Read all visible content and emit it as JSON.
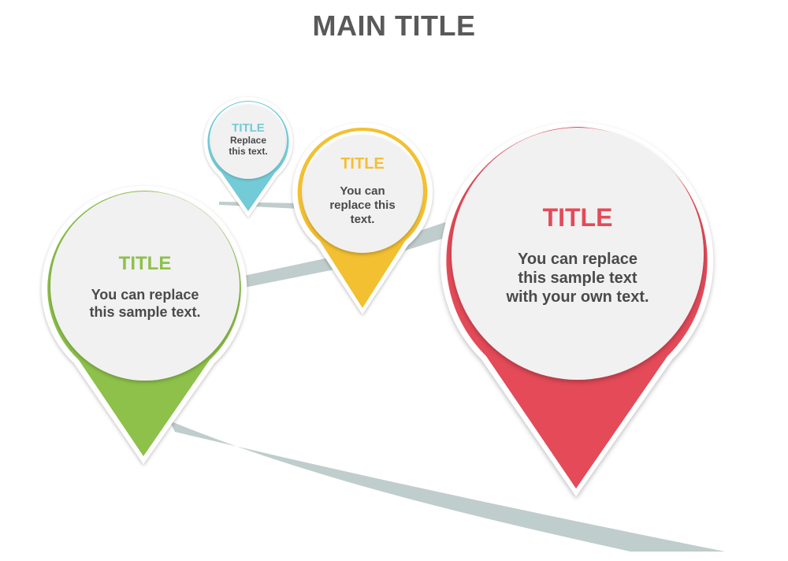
{
  "main_title": "MAIN TITLE",
  "colors": {
    "road": "#bfcdcc",
    "circle_fill": "#f1f1f1",
    "body_text": "#4a4a4a",
    "title_text": "#595959"
  },
  "pins": [
    {
      "id": "green",
      "color": "#8dc14a",
      "title": "TITLE",
      "text_lines": [
        "You can replace",
        "this sample text."
      ]
    },
    {
      "id": "teal",
      "color": "#72cbd6",
      "title": "TITLE",
      "text_lines": [
        "Replace",
        "this text."
      ]
    },
    {
      "id": "yellow",
      "color": "#f3c032",
      "title": "TITLE",
      "text_lines": [
        "You can",
        "replace this",
        "text."
      ]
    },
    {
      "id": "red",
      "color": "#e44a58",
      "title": "TITLE",
      "text_lines": [
        "You can replace",
        "this sample text",
        "with your own text."
      ]
    }
  ]
}
